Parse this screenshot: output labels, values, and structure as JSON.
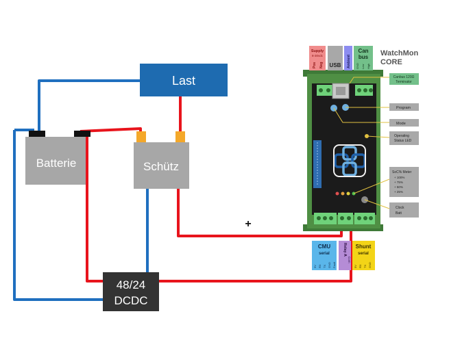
{
  "components": {
    "last": "Last",
    "batterie": "Batterie",
    "schuetz": "Schütz",
    "dcdc_line1": "48/24",
    "dcdc_line2": "DCDC",
    "plus_sign": "+"
  },
  "module": {
    "title_line1": "WatchMon",
    "title_line2": "CORE"
  },
  "top_labels": {
    "supply_title": "Supply",
    "supply_sub": "8-30vdc",
    "pos": "Pos",
    "neg": "Neg",
    "usb": "USB",
    "ambient": "Ambient",
    "can_title": "Can",
    "bus": "bus",
    "gnd": "GND",
    "low": "Low",
    "high": "High"
  },
  "callouts": {
    "canbus_line1": "Canbus 120Ω",
    "canbus_line2": "Terminator",
    "program": "Program",
    "mode": "Mode",
    "operating_line1": "Operating",
    "operating_line2": "Status LED",
    "soc_title": "SoC% Meter",
    "soc_100": "+ 100%",
    "soc_75": "+ 75%",
    "soc_50": "+ 50%",
    "soc_25": "+ 25%",
    "clock_line1": "Clock",
    "clock_line2": "Batt"
  },
  "bottom_labels": {
    "cmu": "CMU",
    "cmu_serial": "serial",
    "cmu_pins": [
      "5V",
      "RX",
      "TX",
      "GND",
      "Fault"
    ],
    "relay": "Relay A",
    "relay_com": "Com",
    "shunt": "Shunt",
    "shunt_serial": "serial",
    "shunt_pins": [
      "5V",
      "RX",
      "TX",
      "GND"
    ]
  },
  "colors": {
    "wire_blue": "#1f6fbf",
    "wire_red": "#e8141c",
    "last_box": "#1e6bb0",
    "component_gray": "#a7a7a7",
    "dcdc_box": "#333333",
    "terminal_orange": "#f4a82a",
    "board_green": "#4f8f44",
    "supply_pink": "#f08c8c",
    "usb_gray": "#a8a8a8",
    "ambient_purple": "#8c8cf0",
    "can_green": "#73c08a",
    "callout_gray": "#a9a9a9",
    "cmu_blue": "#5ab6ea",
    "relay_purple": "#b58cd6",
    "shunt_yellow": "#f3d417"
  }
}
